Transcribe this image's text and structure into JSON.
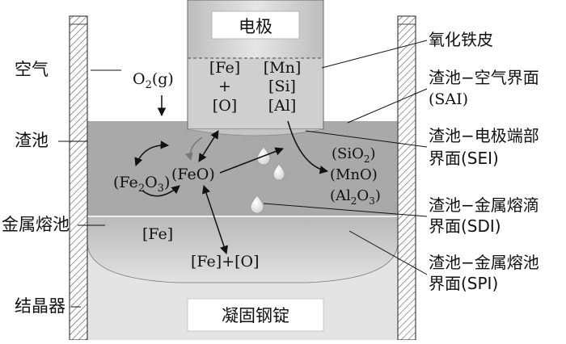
{
  "labels": {
    "electrode": "电极",
    "oxide_skin": "氧化铁皮",
    "air": "空气",
    "o2": "O",
    "o2_sub": "2",
    "o2_tail": "(g)",
    "slag_pool": "渣池",
    "metal_pool": "金属熔池",
    "mold": "结晶器",
    "ingot": "凝固钢锭",
    "sai_1": "渣池−空气界面",
    "sai_2": "(SAI)",
    "sei_1": "渣池−电极端部",
    "sei_2": "界面(SEI)",
    "sdi_1": "渣池−金属熔滴",
    "sdi_2": "界面(SDI)",
    "spi_1": "渣池−金属熔池",
    "spi_2": "界面(SPI)"
  },
  "species": {
    "elec_fe": "[Fe]",
    "elec_plus": "+",
    "elec_o": "[O]",
    "elec_mn": "[Mn]",
    "elec_si": "[Si]",
    "elec_al": "[Al]",
    "fe2o3_a": "(Fe",
    "fe2o3_b": "2",
    "fe2o3_c": "O",
    "fe2o3_d": "3",
    "fe2o3_e": ")",
    "feo": "(FeO)",
    "sio2_a": "(SiO",
    "sio2_b": "2",
    "sio2_c": ")",
    "mno": "(MnO)",
    "al2o3_a": "(Al",
    "al2o3_b": "2",
    "al2o3_c": "O",
    "al2o3_d": "3",
    "al2o3_e": ")",
    "pool_fe": "[Fe]",
    "pool_fe_o": "[Fe]+[O]"
  },
  "colors": {
    "slag": "#a8a8a8",
    "metal_top": "#bcbcbc",
    "metal_bottom": "#d6d6d6",
    "electrode": "#d2d2d2",
    "mold_hatch": "#555555",
    "arrow": "#111111"
  }
}
